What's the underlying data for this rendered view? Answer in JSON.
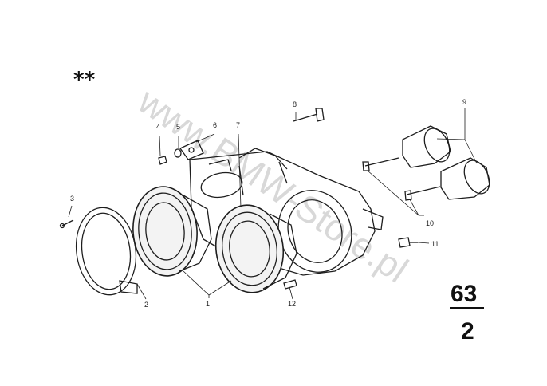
{
  "diagram": {
    "marker": "**",
    "group_number": {
      "top": "63",
      "bottom": "2"
    },
    "watermark": "www.BMW-Store.pl",
    "callouts": [
      {
        "id": "1",
        "label": "1"
      },
      {
        "id": "2",
        "label": "2"
      },
      {
        "id": "3",
        "label": "3"
      },
      {
        "id": "4",
        "label": "4"
      },
      {
        "id": "5",
        "label": "5"
      },
      {
        "id": "6",
        "label": "6"
      },
      {
        "id": "7",
        "label": "7"
      },
      {
        "id": "8",
        "label": "8"
      },
      {
        "id": "9",
        "label": "9"
      },
      {
        "id": "10",
        "label": "10"
      },
      {
        "id": "11",
        "label": "11"
      },
      {
        "id": "12",
        "label": "12"
      }
    ]
  }
}
